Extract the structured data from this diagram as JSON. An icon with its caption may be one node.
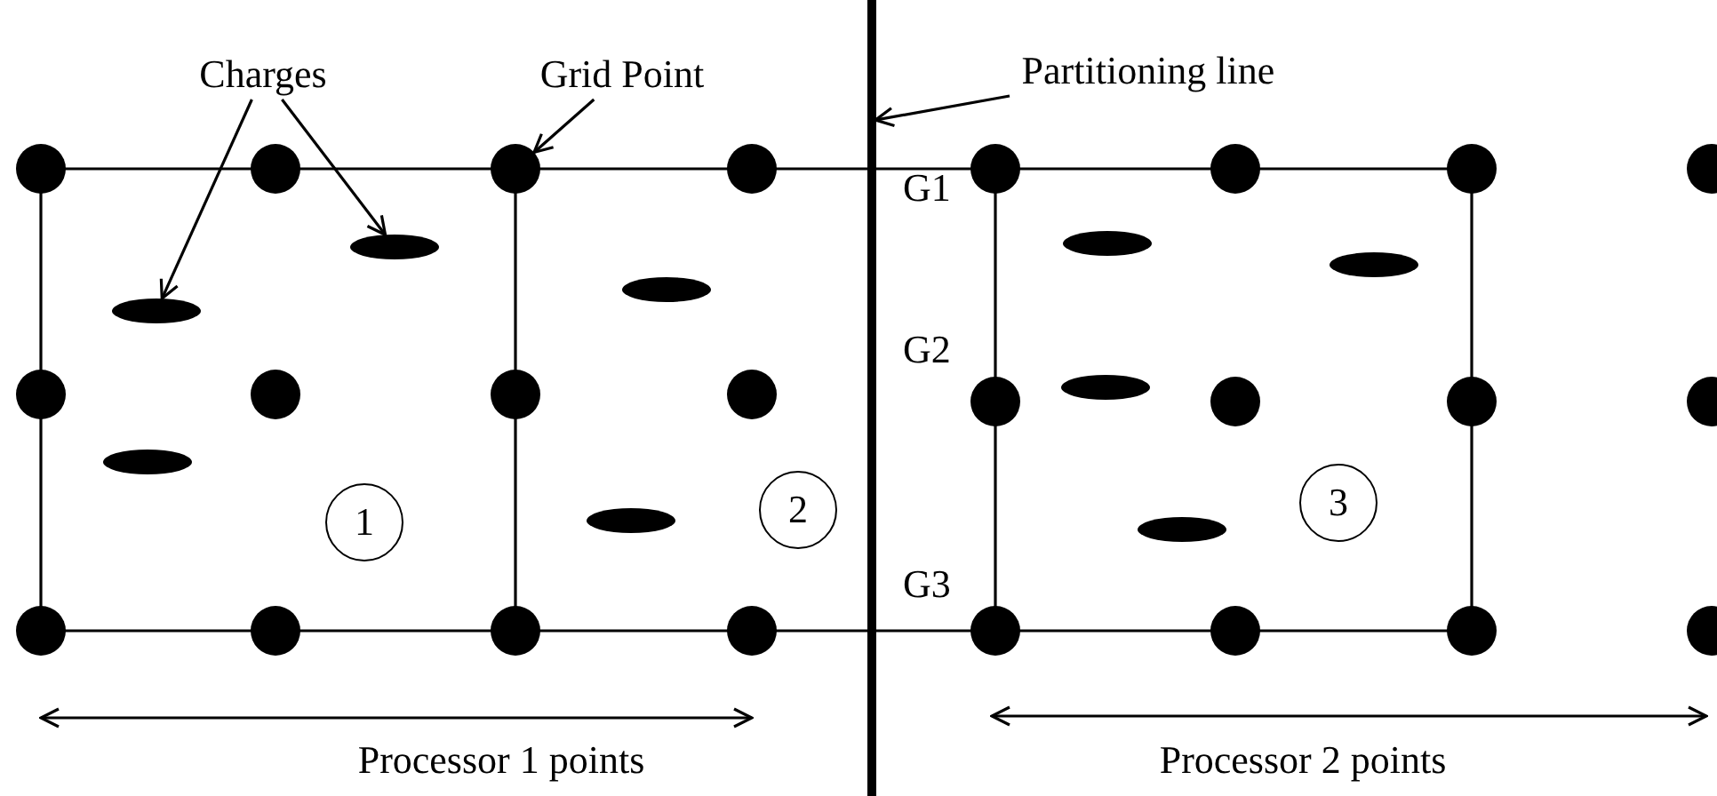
{
  "diagram": {
    "nodes": [
      {
        "text": [
          "Charges"
        ]
      },
      {
        "text": [],
        "shape": "ellipse"
      },
      {
        "text": [],
        "shape": "ellipse"
      },
      {
        "text": [
          "Grid Point"
        ]
      },
      {
        "text": [],
        "shape": "circle"
      },
      {
        "text": [
          "Partitioning line"
        ]
      },
      {
        "text": [],
        "shape": "bar"
      },
      {
        "text": [
          "1"
        ]
      },
      {
        "text": [
          "2"
        ]
      },
      {
        "text": [
          "3"
        ]
      }
    ],
    "edges": [
      {
        "from": 0,
        "to": 1,
        "arrow": "to"
      },
      {
        "from": 0,
        "to": 2,
        "arrow": "to"
      },
      {
        "from": 3,
        "to": 4,
        "arrow": "to"
      },
      {
        "from": 5,
        "to": 6,
        "arrow": "to"
      }
    ],
    "labels": [
      "G1",
      "G2",
      "G3",
      "Processor 1 points",
      "Processor 2 points"
    ]
  }
}
